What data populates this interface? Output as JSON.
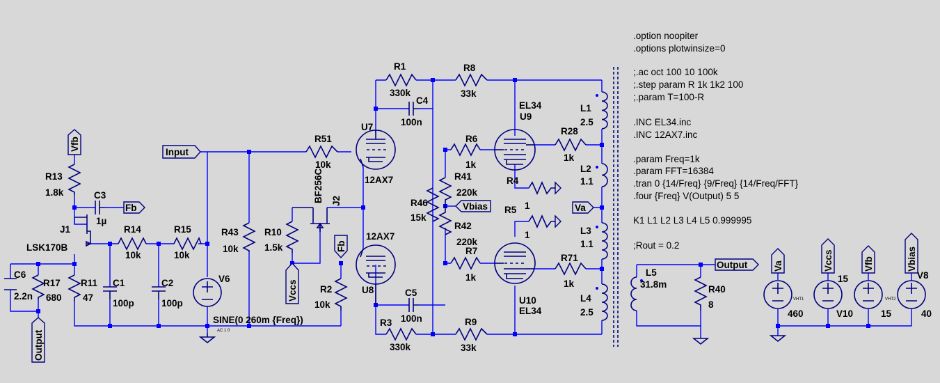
{
  "labels": {
    "C6": "C6",
    "C6v": "2.2n",
    "Output": "Output",
    "R17": "R17",
    "R17v": "680",
    "R11": "R11",
    "R11v": "47",
    "C1": "C1",
    "C1v": "100p",
    "C2": "C2",
    "C2v": "100p",
    "R13": "R13",
    "R13v": "1.8k",
    "Vfb": "Vfb",
    "C3": "C3",
    "C3v": "1µ",
    "Fb": "Fb",
    "J1": "J1",
    "J1v": "LSK170B",
    "R14": "R14",
    "R14v": "10k",
    "R15": "R15",
    "R15v": "10k",
    "Input": "Input",
    "V6": "V6",
    "V6src": "SINE(0 260m {Freq})",
    "V6ac": "AC 1 0",
    "R43": "R43",
    "R43v": "10k",
    "R10": "R10",
    "R10v": "1.5k",
    "Vccs": "Vccs",
    "R51": "R51",
    "R51v": "10k",
    "J2v": "BF256C",
    "J2": "J2",
    "R2": "R2",
    "R2v": "10k",
    "U7": "U7",
    "U7v": "12AX7",
    "U8": "U8",
    "U8v": "12AX7",
    "R1": "R1",
    "R1v": "330k",
    "C4": "C4",
    "C4v": "100n",
    "R3": "R3",
    "R3v": "330k",
    "C5": "C5",
    "C5v": "100n",
    "R46": "R46",
    "R46v": "15k",
    "R41": "R41",
    "R41v": "220k",
    "R42": "R42",
    "R42v": "220k",
    "Vbias": "Vbias",
    "R8": "R8",
    "R8v": "33k",
    "R9": "R9",
    "R9v": "33k",
    "R6": "R6",
    "R6v": "1k",
    "R7": "R7",
    "R7v": "1k",
    "U9": "U9",
    "U9v": "EL34",
    "U10": "U10",
    "U10v": "EL34",
    "R4": "R4",
    "R4v": "1",
    "R5": "R5",
    "R5v": "1",
    "R28": "R28",
    "R28v": "1k",
    "R71": "R71",
    "R71v": "1k",
    "L1": "L1",
    "L1v": "2.5",
    "L2": "L2",
    "L2v": "1.1",
    "L3": "L3",
    "L3v": "1.1",
    "L4": "L4",
    "L4v": "2.5",
    "Va": "Va",
    "L5": "L5",
    "L5v": "31.8m",
    "R40": "R40",
    "R40v": "8",
    "Output2": "Output",
    "VaS": "Va",
    "VaSv": "460",
    "VHT1": "VHT1",
    "VccsS": "Vccs",
    "VccsSv": "15",
    "V10": "V10",
    "VfbS": "Vfb",
    "VfbSv": "15",
    "VHT2": "VHT2",
    "VbiasS": "Vbias",
    "V8": "V8",
    "V8v": "40"
  },
  "directives": [
    ".option noopiter",
    ".options plotwinsize=0",
    "",
    ";.ac oct 100 10 100k",
    ";.step param R 1k 1k2 100",
    ";.param T=100-R",
    "",
    ".INC EL34.inc",
    ".INC 12AX7.inc",
    "",
    ".param Freq=1k",
    ".param FFT=16384",
    ".tran 0 {14/Freq} {9/Freq} {14/Freq/FFT}",
    ".four {Freq} V(Output) 5 5",
    "",
    "K1 L1 L2 L3 L4 L5 0.999995",
    "",
    ";Rout = 0.2"
  ],
  "colors": {
    "background": "#d8d8d8",
    "wire": "#0000ff",
    "component": "#000080",
    "text": "#000000"
  }
}
